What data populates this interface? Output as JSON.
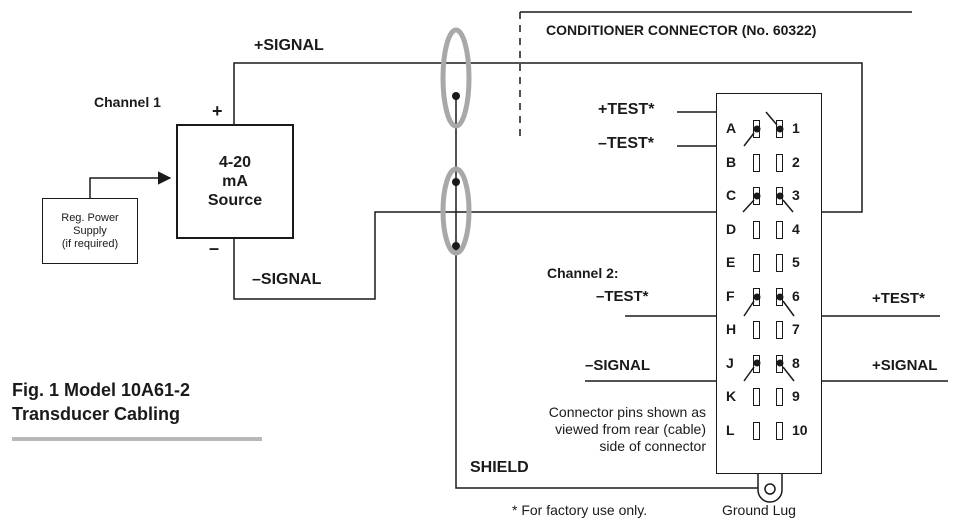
{
  "header": {
    "connector_title": "CONDITIONER CONNECTOR  (No. 60322)"
  },
  "channel1": {
    "label": "Channel 1",
    "plus": "+",
    "minus": "–",
    "source_lines": [
      "4-20",
      "mA",
      "Source"
    ],
    "power_supply_lines": [
      "Reg. Power",
      "Supply",
      "(if required)"
    ],
    "plus_signal": "+SIGNAL",
    "minus_signal": "–SIGNAL",
    "plus_test": "+TEST*",
    "minus_test": "–TEST*"
  },
  "channel2": {
    "label": "Channel 2:",
    "minus_test": "–TEST*",
    "plus_test": "+TEST*",
    "minus_signal": "–SIGNAL",
    "plus_signal": "+SIGNAL"
  },
  "connector": {
    "pins": [
      {
        "letter": "A",
        "number": "1"
      },
      {
        "letter": "B",
        "number": "2"
      },
      {
        "letter": "C",
        "number": "3"
      },
      {
        "letter": "D",
        "number": "4"
      },
      {
        "letter": "E",
        "number": "5"
      },
      {
        "letter": "F",
        "number": "6"
      },
      {
        "letter": "H",
        "number": "7"
      },
      {
        "letter": "J",
        "number": "8"
      },
      {
        "letter": "K",
        "number": "9"
      },
      {
        "letter": "L",
        "number": "10"
      }
    ],
    "note_lines": [
      "Connector pins shown as",
      "viewed from rear (cable)",
      "side of connector"
    ],
    "shield_label": "SHIELD",
    "ground_lug_label": "Ground Lug"
  },
  "footnote": "* For factory use only.",
  "figure": {
    "caption_line1": "Fig. 1  Model 10A61-2",
    "caption_line2": "Transducer Cabling"
  },
  "colors": {
    "ink": "#1a1a1a",
    "shield_ring": "#a8a8a8"
  }
}
